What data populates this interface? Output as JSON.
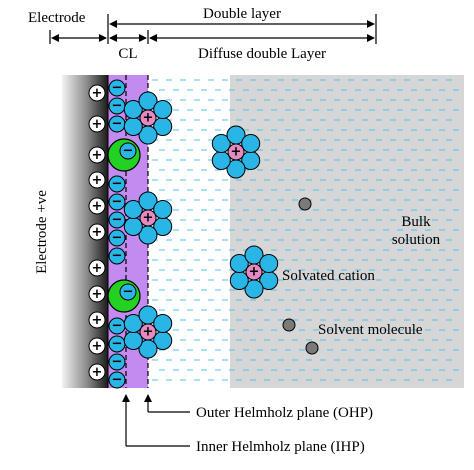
{
  "labels": {
    "electrode": "Electrode",
    "double_layer": "Double layer",
    "cl": "CL",
    "diffuse": "Diffuse double Layer",
    "electrode_side": "Electrode +ve",
    "bulk_line1": "Bulk",
    "bulk_line2": "solution",
    "solvated_cation": "Solvated cation",
    "solvent_molecule": "Solvent molecule",
    "ohp": "Outer Helmholz plane (OHP)",
    "ihp": "Inner Helmholz plane (IHP)"
  },
  "signs": {
    "plus": "+",
    "minus": "−"
  },
  "colors": {
    "electrode_dark": "#1a1a1a",
    "electrode_light": "#f2f2f2",
    "compact_layer": "#c38af0",
    "ion_blue": "#29b6e6",
    "cation_pink": "#e48ac3",
    "adsorbed_green": "#22d122",
    "bulk_gray": "#d6d6d6",
    "water_dash": "#55c0e8",
    "solvent_gray": "#7a7a7a"
  }
}
